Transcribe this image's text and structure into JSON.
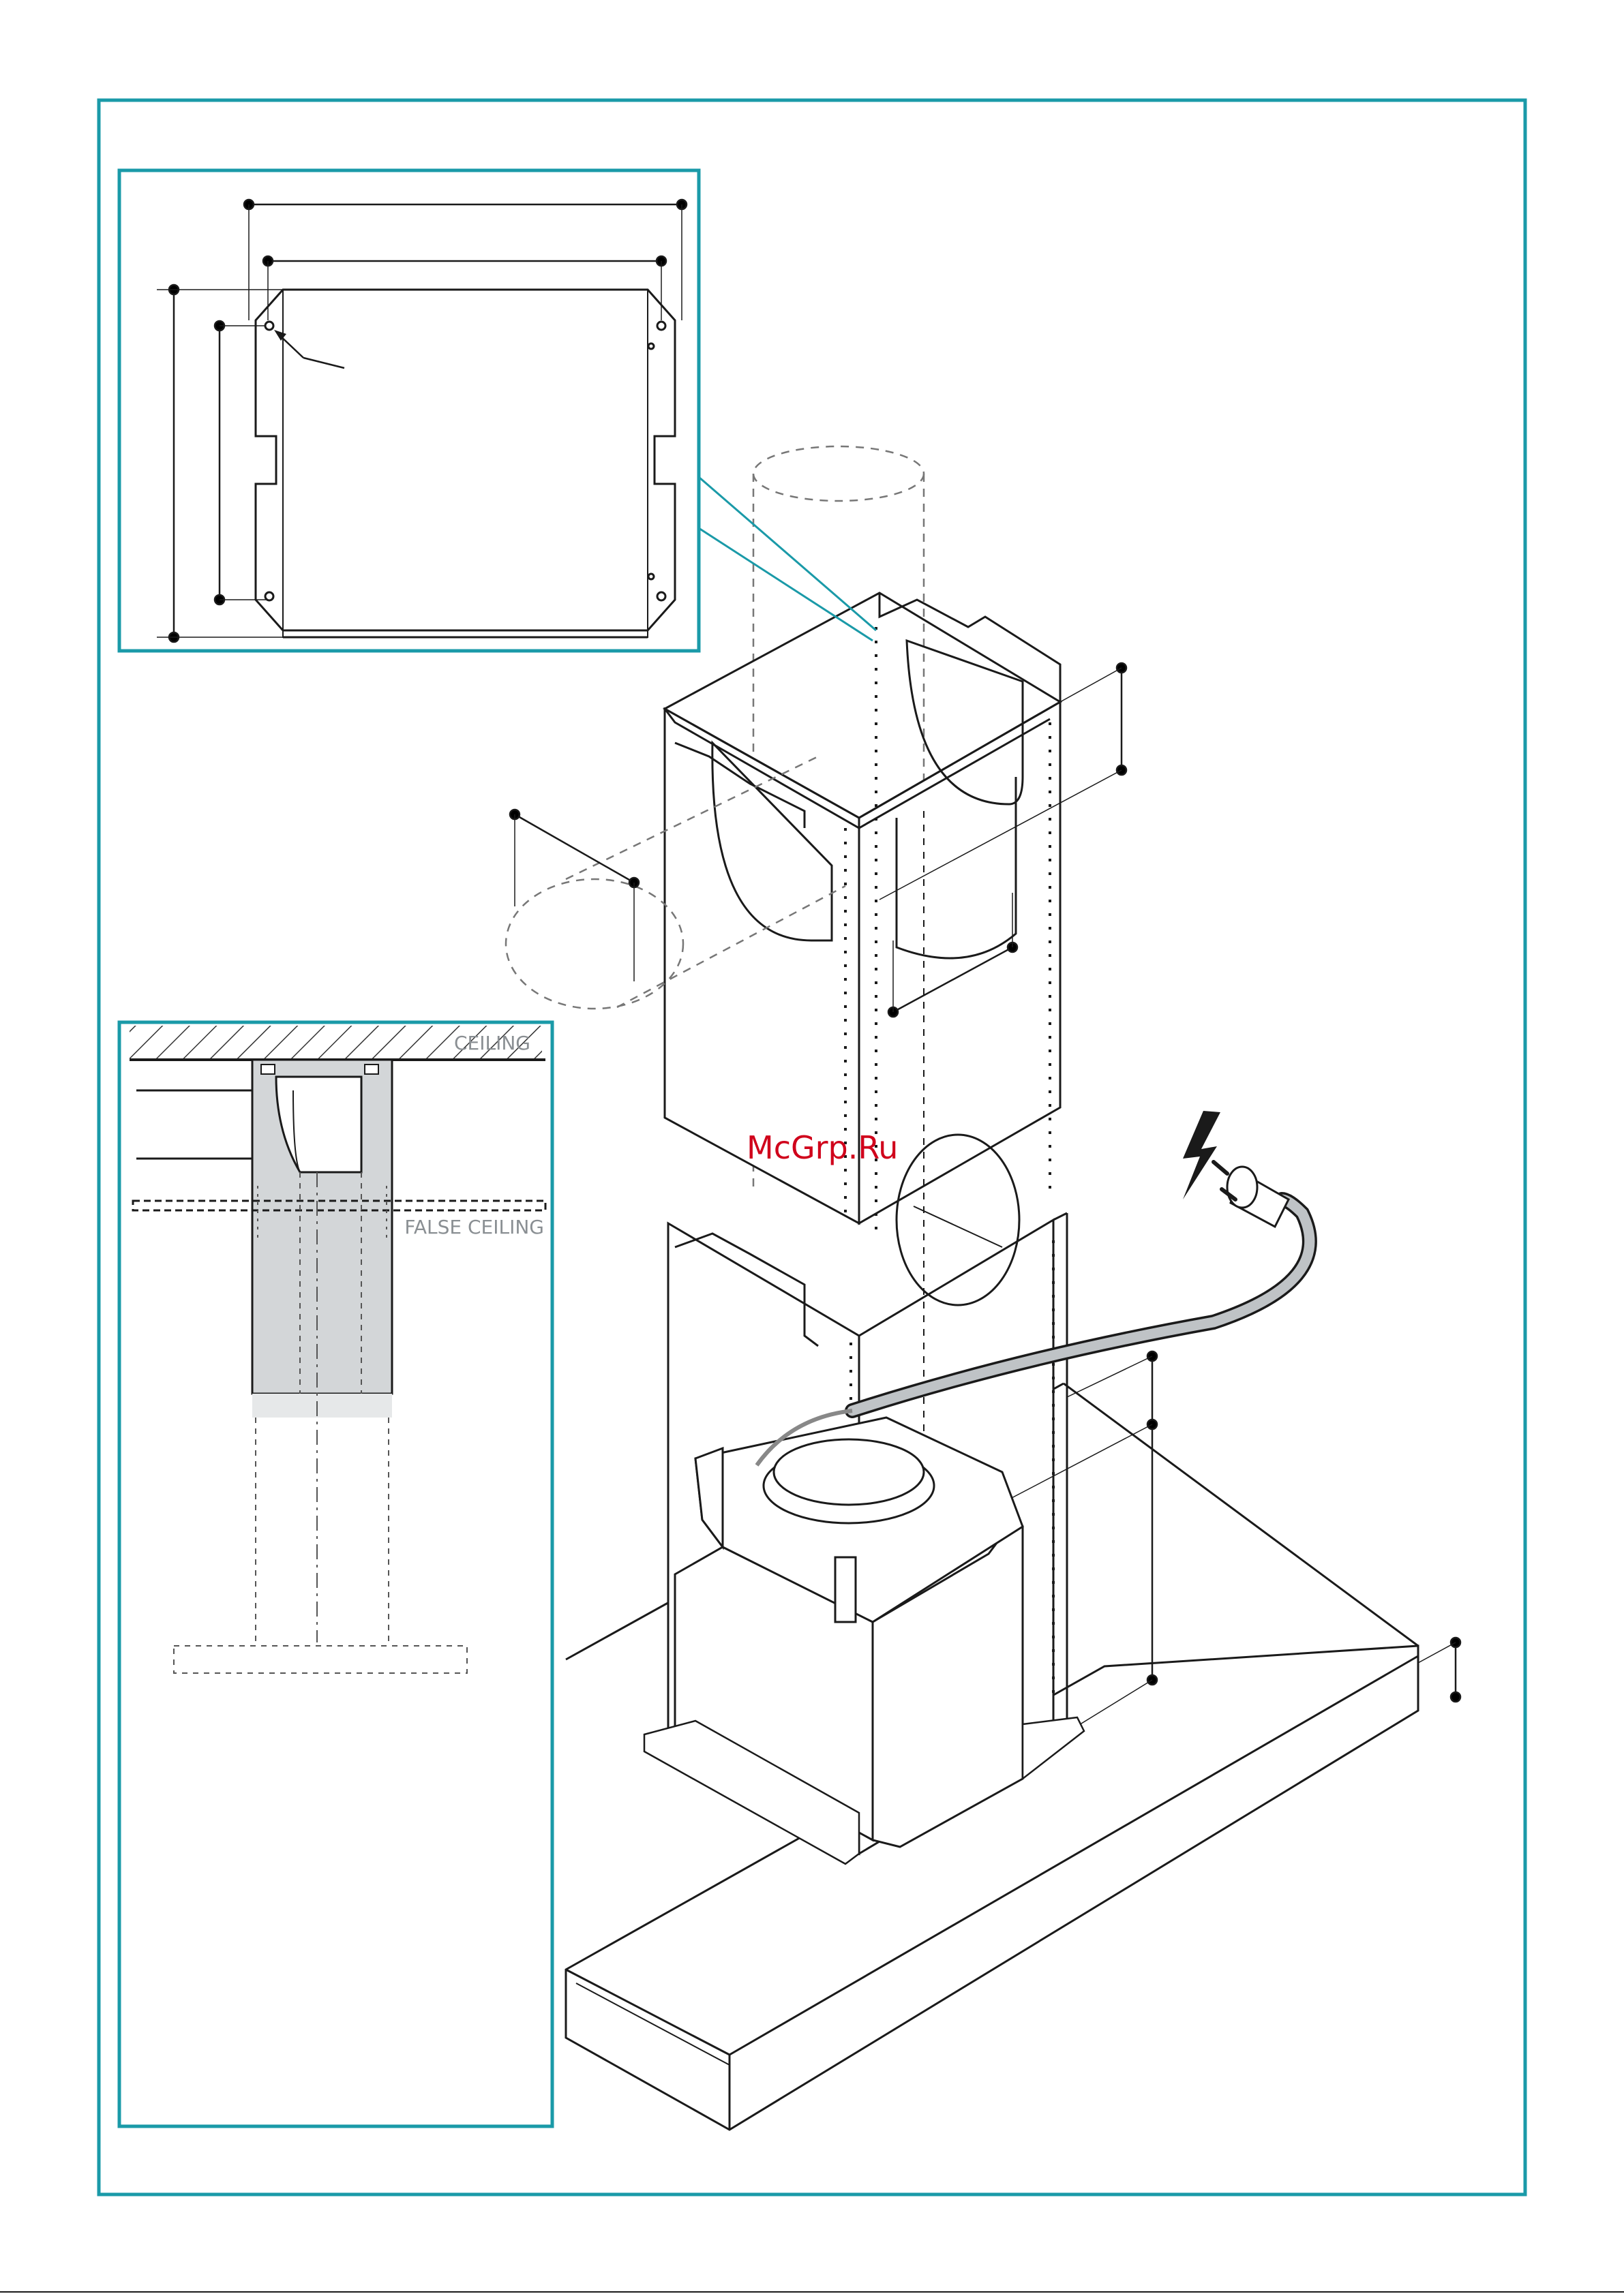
{
  "labels": {
    "ceiling": "CEILING",
    "false_ceiling": "FALSE CEILING"
  },
  "watermark": "McGrp.Ru",
  "colors": {
    "frame": "#1a9aa8",
    "line": "#1a1a1a",
    "label": "#8a8f93",
    "fill_gray": "#d3d6d8",
    "watermark": "#d0021b"
  },
  "icons": {
    "voltage": "lightning-bolt-icon",
    "plug": "power-plug-icon"
  }
}
